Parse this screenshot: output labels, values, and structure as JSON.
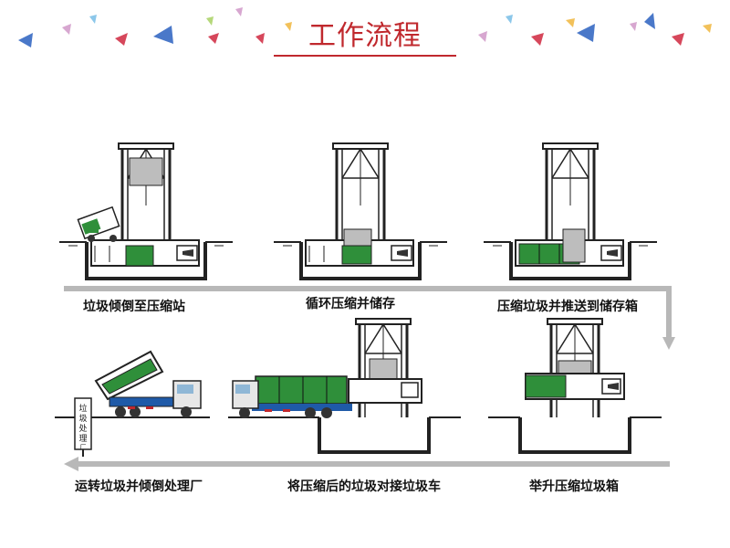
{
  "title": "工作流程",
  "steps": [
    {
      "label": "垃圾倾倒至压缩站"
    },
    {
      "label": "循环压缩并储存"
    },
    {
      "label": "压缩垃圾并推送到储存箱"
    },
    {
      "label": "运转垃圾并倾倒处理厂"
    },
    {
      "label": "将压缩后的垃圾对接垃圾车"
    },
    {
      "label": "举升压缩垃圾箱"
    }
  ],
  "sign_text": "垃圾处理厂",
  "colors": {
    "accent": "#c0282d",
    "flow_arrow": "#b8b8b8",
    "container_green": "#2f8f3a",
    "truck_blue": "#1f5aa8"
  }
}
